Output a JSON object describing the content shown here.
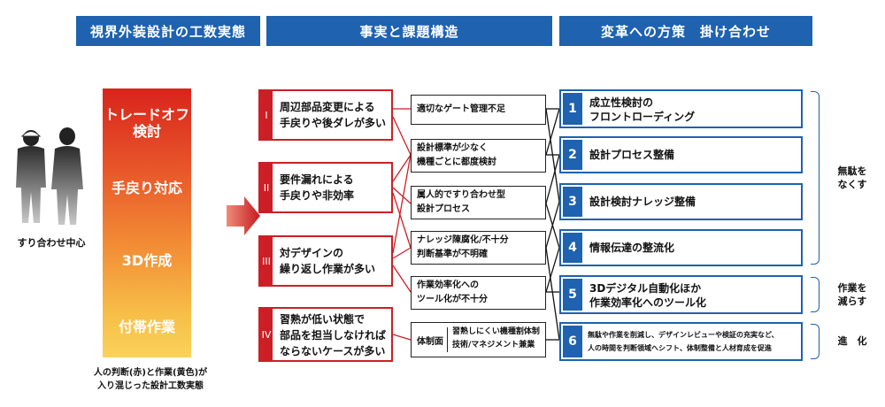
{
  "headers": [
    "視界外装設計の工数実態",
    "事実と課題構造",
    "変革への方策　掛け合わせ"
  ],
  "left": {
    "people_label": "すり合わせ中心",
    "segments": [
      "トレードオフ\n検討",
      "手戻り対応",
      "3D作成",
      "付帯作業"
    ],
    "caption": "人の判断(赤)と作業(黄色)が\n入り混じった設計工数実態"
  },
  "problems": [
    {
      "num": "I",
      "text": "周辺部品変更による\n手戻りや後ダレが多い"
    },
    {
      "num": "II",
      "text": "要件漏れによる\n手戻りや非効率"
    },
    {
      "num": "III",
      "text": "対デザインの\n繰り返し作業が多い"
    },
    {
      "num": "IV",
      "text": "習熟が低い状態で\n部品を担当しなければ\nならないケースが多い"
    }
  ],
  "causes": [
    "適切なゲート管理不足",
    "設計標準が少なく\n機種ごとに都度検討",
    "属人的ですり合わせ型\n設計プロセス",
    "ナレッジ陳腐化/不十分\n判断基準が不明確",
    "作業効率化への\nツール化が不十分"
  ],
  "cause_org": {
    "label": "体制面",
    "text": "習熟しにくい機種割体制\n技術/マネジメント兼業"
  },
  "solutions": [
    {
      "num": "1",
      "text": "成立性検討の\nフロントローディング"
    },
    {
      "num": "2",
      "text": "設計プロセス整備"
    },
    {
      "num": "3",
      "text": "設計検討ナレッジ整備"
    },
    {
      "num": "4",
      "text": "情報伝達の整流化"
    },
    {
      "num": "5",
      "text": "3Dデジタル自動化ほか\n作業効率化へのツール化"
    },
    {
      "num": "6",
      "text": "無駄や作業を削減し、デザインレビューや検証の充実など、\n人の時間を判断領域へシフト、体制整備と人材育成を促進"
    }
  ],
  "outcomes": [
    "無駄を\nなくす",
    "作業を\n減らす",
    "進　化"
  ]
}
